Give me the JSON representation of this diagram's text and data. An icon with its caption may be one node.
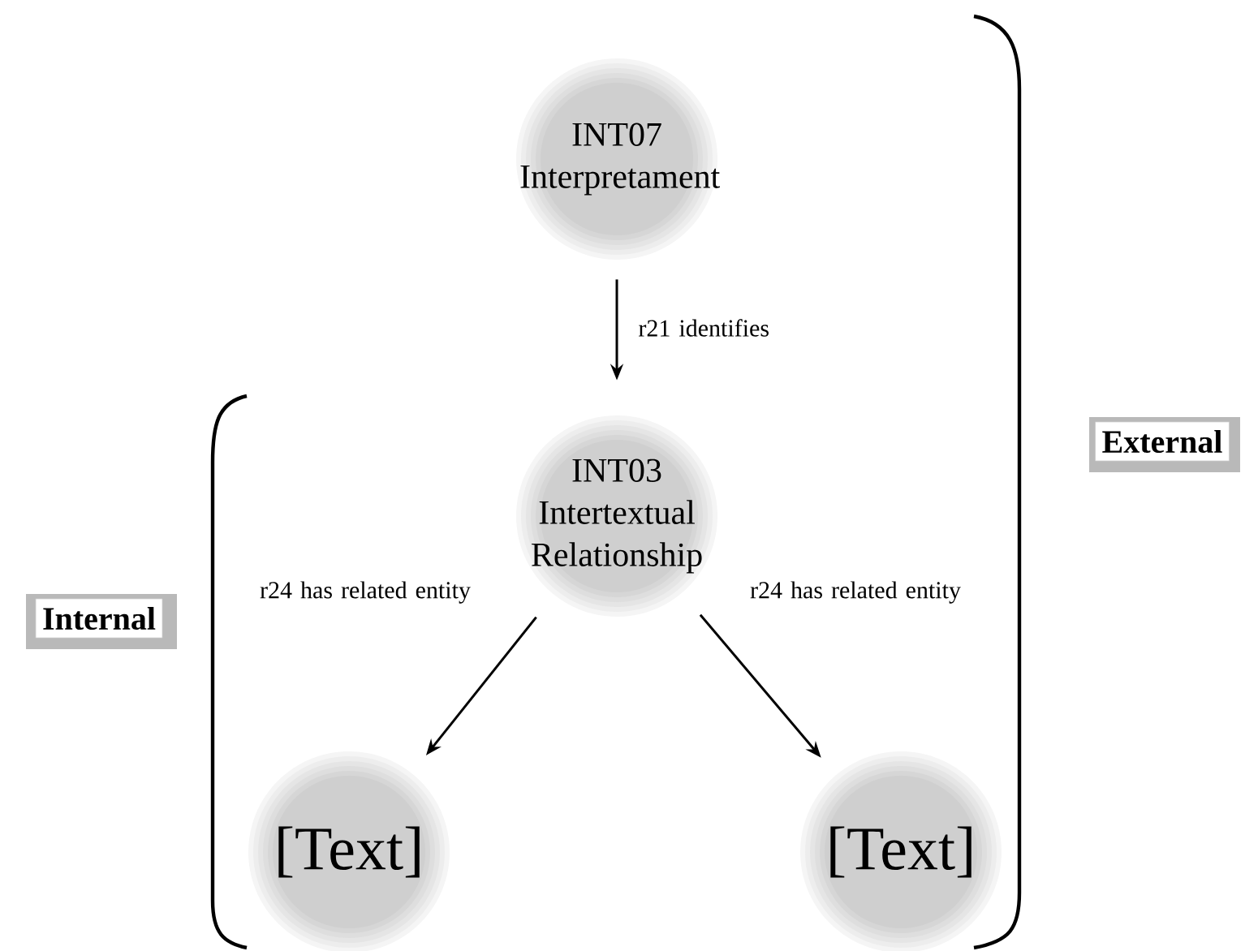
{
  "diagram": {
    "nodes": [
      {
        "text": [
          "INT07",
          "Interpretament"
        ]
      },
      {
        "text": [
          "INT03",
          "Intertextual Relationship"
        ]
      },
      {
        "text": [
          "[Text]"
        ]
      },
      {
        "text": [
          "[Text]"
        ]
      },
      {
        "text": [
          "Internal"
        ]
      },
      {
        "text": [
          "External"
        ]
      }
    ],
    "edges": [
      {
        "from": 0,
        "to": 1,
        "arrow": "to",
        "label": "r21 identifies"
      },
      {
        "from": 1,
        "to": 2,
        "arrow": "to",
        "label": "r24 has related entity"
      },
      {
        "from": 1,
        "to": 3,
        "arrow": "to",
        "label": "r24 has related entity"
      }
    ]
  }
}
